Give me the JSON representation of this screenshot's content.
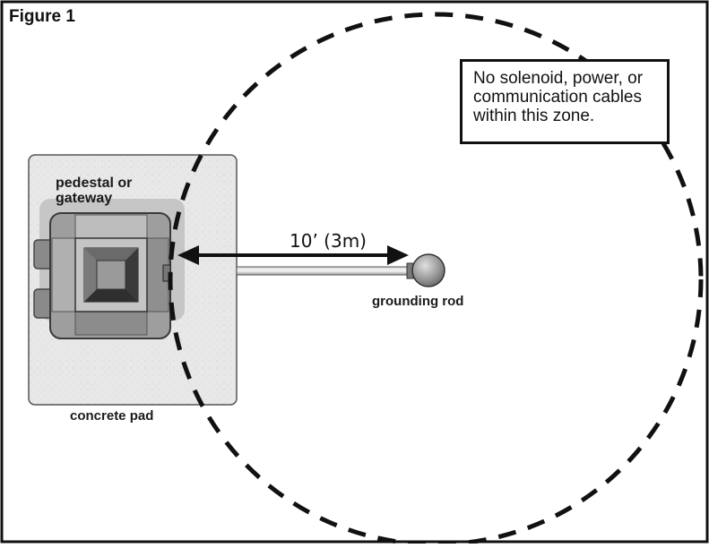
{
  "figure": {
    "title": "Figure 1"
  },
  "note": {
    "lines": [
      "No solenoid, power, or",
      "communication cables",
      "within this zone."
    ]
  },
  "labels": {
    "pedestal_line1": "pedestal or",
    "pedestal_line2": "gateway",
    "distance": "10’ (3m)",
    "grounding_rod": "grounding rod",
    "concrete_pad": "concrete pad"
  },
  "colors": {
    "frame": "#111111",
    "pad": "#e7e7e7",
    "pedestal_body": "#9a9a9a",
    "pedestal_dark": "#555555",
    "rod": "#8d8d8d"
  }
}
